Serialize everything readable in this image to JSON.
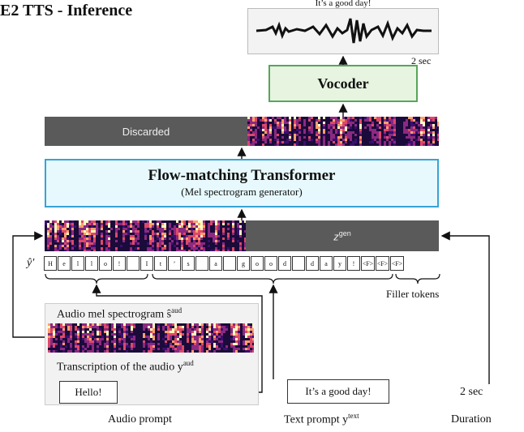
{
  "title": "E2 TTS - Inference",
  "waveform": {
    "caption": "It’s a good day!",
    "duration_label": "2 sec"
  },
  "vocoder": {
    "label": "Vocoder"
  },
  "discarded": {
    "label": "Discarded"
  },
  "transformer": {
    "title": "Flow-matching Transformer",
    "subtitle": "(Mel spectrogram generator)"
  },
  "zgen": {
    "base": "z",
    "sup": "gen"
  },
  "token_row": {
    "label": "ŷ′",
    "tokens": [
      "H",
      "e",
      "l",
      "l",
      "o",
      "!",
      "",
      "I",
      "t",
      "’",
      "s",
      "",
      "a",
      "",
      "g",
      "o",
      "o",
      "d",
      "",
      "d",
      "a",
      "y",
      "!",
      "<F>",
      "<F>",
      "<F>"
    ],
    "filler_label": "Filler tokens"
  },
  "audio_prompt": {
    "mel_label": "Audio mel spectrogram ŝ",
    "mel_sup": "aud",
    "transcription_label": "Transcription of the audio y",
    "transcription_sup": "aud",
    "transcription_value": "Hello!",
    "caption": "Audio prompt"
  },
  "text_prompt": {
    "value": "It’s a good day!",
    "caption": "Text prompt y",
    "caption_sup": "text"
  },
  "duration": {
    "value": "2 sec",
    "caption": "Duration"
  }
}
